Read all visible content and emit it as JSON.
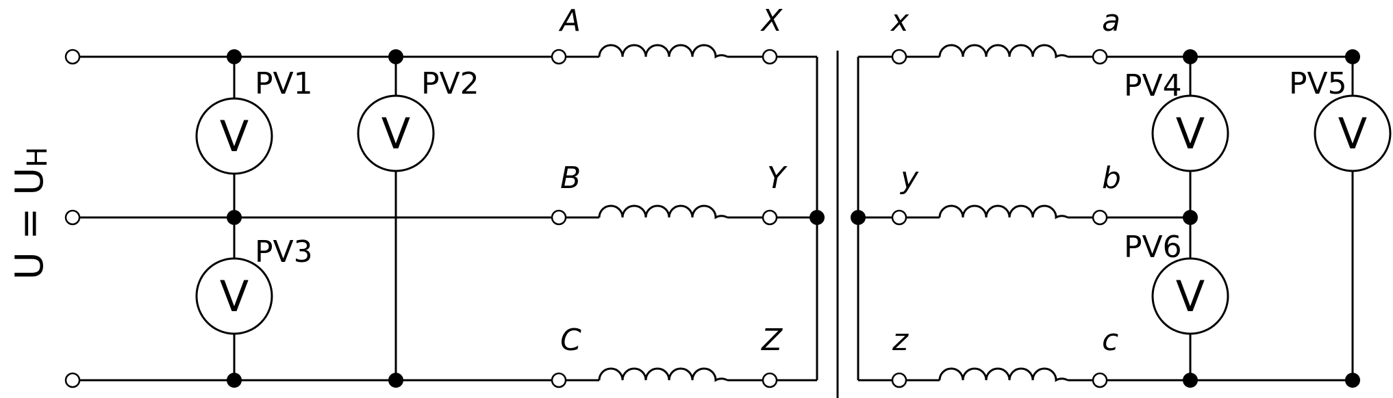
{
  "supply_label": "U = U",
  "supply_label_sub": "Н",
  "primary_start_labels": [
    "A",
    "B",
    "C"
  ],
  "primary_end_labels": [
    "X",
    "Y",
    "Z"
  ],
  "secondary_start_labels": [
    "x",
    "y",
    "z"
  ],
  "secondary_end_labels": [
    "a",
    "b",
    "c"
  ],
  "meters": [
    {
      "tag": "PV1",
      "symbol": "V"
    },
    {
      "tag": "PV2",
      "symbol": "V"
    },
    {
      "tag": "PV3",
      "symbol": "V"
    },
    {
      "tag": "PV4",
      "symbol": "V"
    },
    {
      "tag": "PV5",
      "symbol": "V"
    },
    {
      "tag": "PV6",
      "symbol": "V"
    }
  ]
}
